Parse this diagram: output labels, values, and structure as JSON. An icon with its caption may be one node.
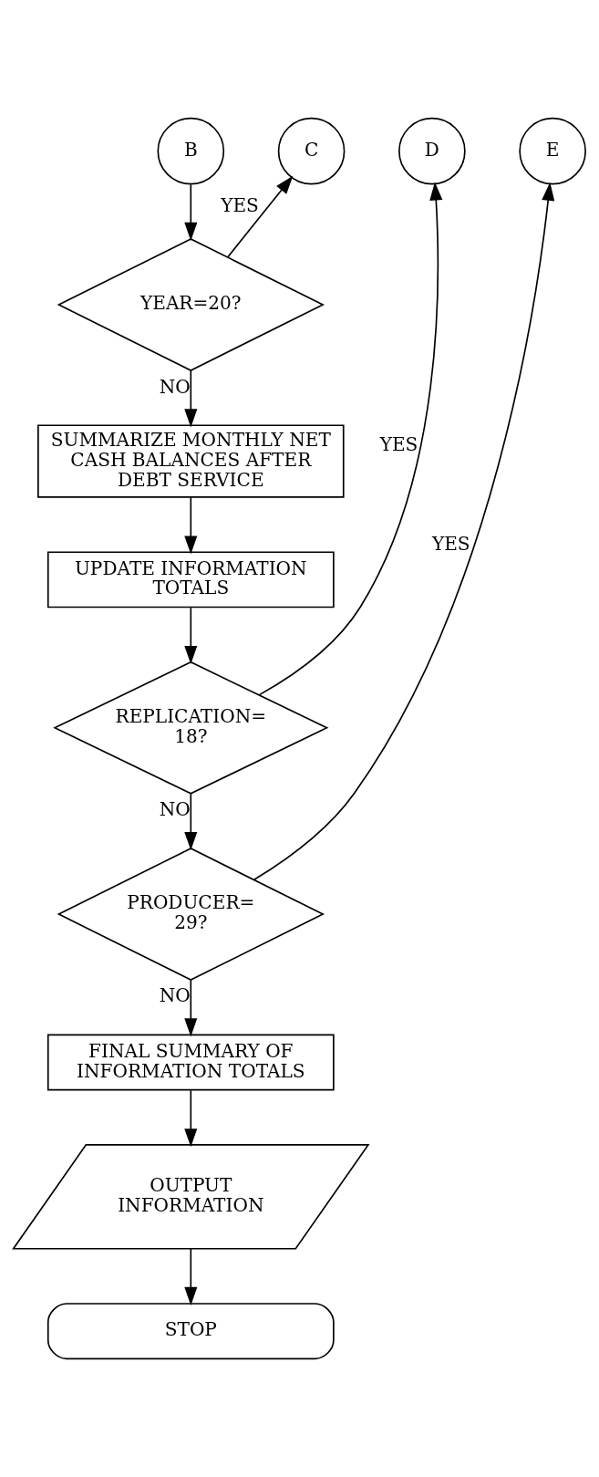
{
  "diagram": {
    "nodes": [
      {
        "text": [
          "B"
        ]
      },
      {
        "text": [
          "C"
        ]
      },
      {
        "text": [
          "D"
        ]
      },
      {
        "text": [
          "E"
        ]
      },
      {
        "text": [
          "YEAR=20?"
        ]
      },
      {
        "text": [
          "SUMMARIZE MONTHLY NET CASH BALANCES AFTER DEBT SERVICE"
        ]
      },
      {
        "text": [
          "UPDATE INFORMATION TOTALS"
        ]
      },
      {
        "text": [
          "REPLICATION= 18?"
        ]
      },
      {
        "text": [
          "PRODUCER= 29?"
        ]
      },
      {
        "text": [
          "FINAL SUMMARY OF INFORMATION TOTALS"
        ]
      },
      {
        "text": [
          "OUTPUT INFORMATION"
        ]
      },
      {
        "text": [
          "STOP"
        ]
      }
    ],
    "edges": [
      {
        "from": 0,
        "to": 4,
        "arrow": "to"
      },
      {
        "from": 4,
        "to": 1,
        "arrow": "to",
        "label": "YES"
      },
      {
        "from": 4,
        "to": 5,
        "arrow": "to",
        "label": "NO"
      },
      {
        "from": 5,
        "to": 6,
        "arrow": "to"
      },
      {
        "from": 6,
        "to": 7,
        "arrow": "to"
      },
      {
        "from": 7,
        "to": 2,
        "arrow": "to",
        "label": "YES"
      },
      {
        "from": 7,
        "to": 8,
        "arrow": "to",
        "label": "NO"
      },
      {
        "from": 8,
        "to": 3,
        "arrow": "to",
        "label": "YES"
      },
      {
        "from": 8,
        "to": 9,
        "arrow": "to",
        "label": "NO"
      },
      {
        "from": 9,
        "to": 10,
        "arrow": "to"
      },
      {
        "from": 10,
        "to": 11,
        "arrow": "to"
      }
    ]
  }
}
